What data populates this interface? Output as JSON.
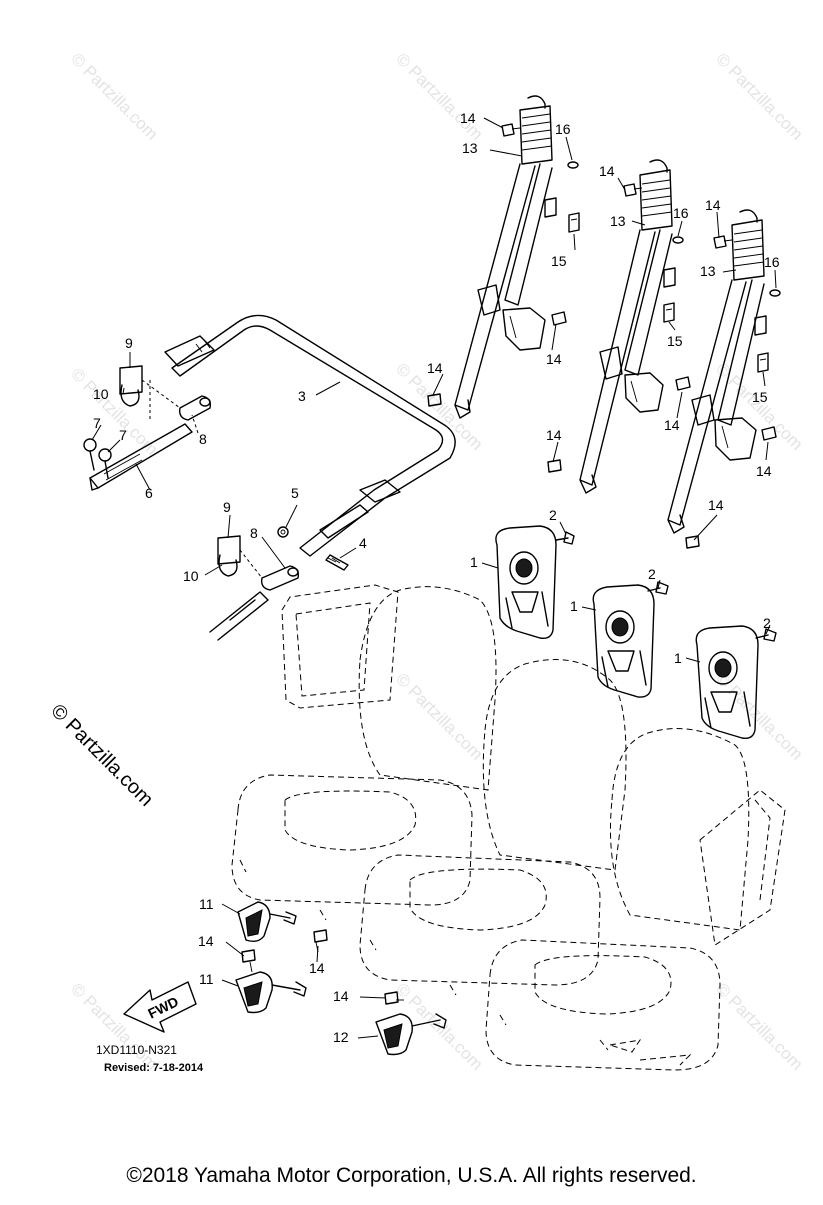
{
  "diagram": {
    "callouts": [
      "1",
      "2",
      "3",
      "4",
      "5",
      "6",
      "7",
      "8",
      "9",
      "10",
      "11",
      "12",
      "13",
      "14",
      "15",
      "16"
    ],
    "watermark_side": "© Partzilla.com",
    "watermark_faint": "© Partzilla.com",
    "fwd_arrow_text": "FWD",
    "diagram_code": "1XD1110-N321",
    "revised": "Revised: 7-18-2014"
  },
  "footer": {
    "copyright": "©2018  Yamaha Motor Corporation, U.S.A. All rights reserved."
  },
  "colors": {
    "line": "#000000",
    "watermark": "#e3e3e3",
    "background": "#ffffff"
  }
}
